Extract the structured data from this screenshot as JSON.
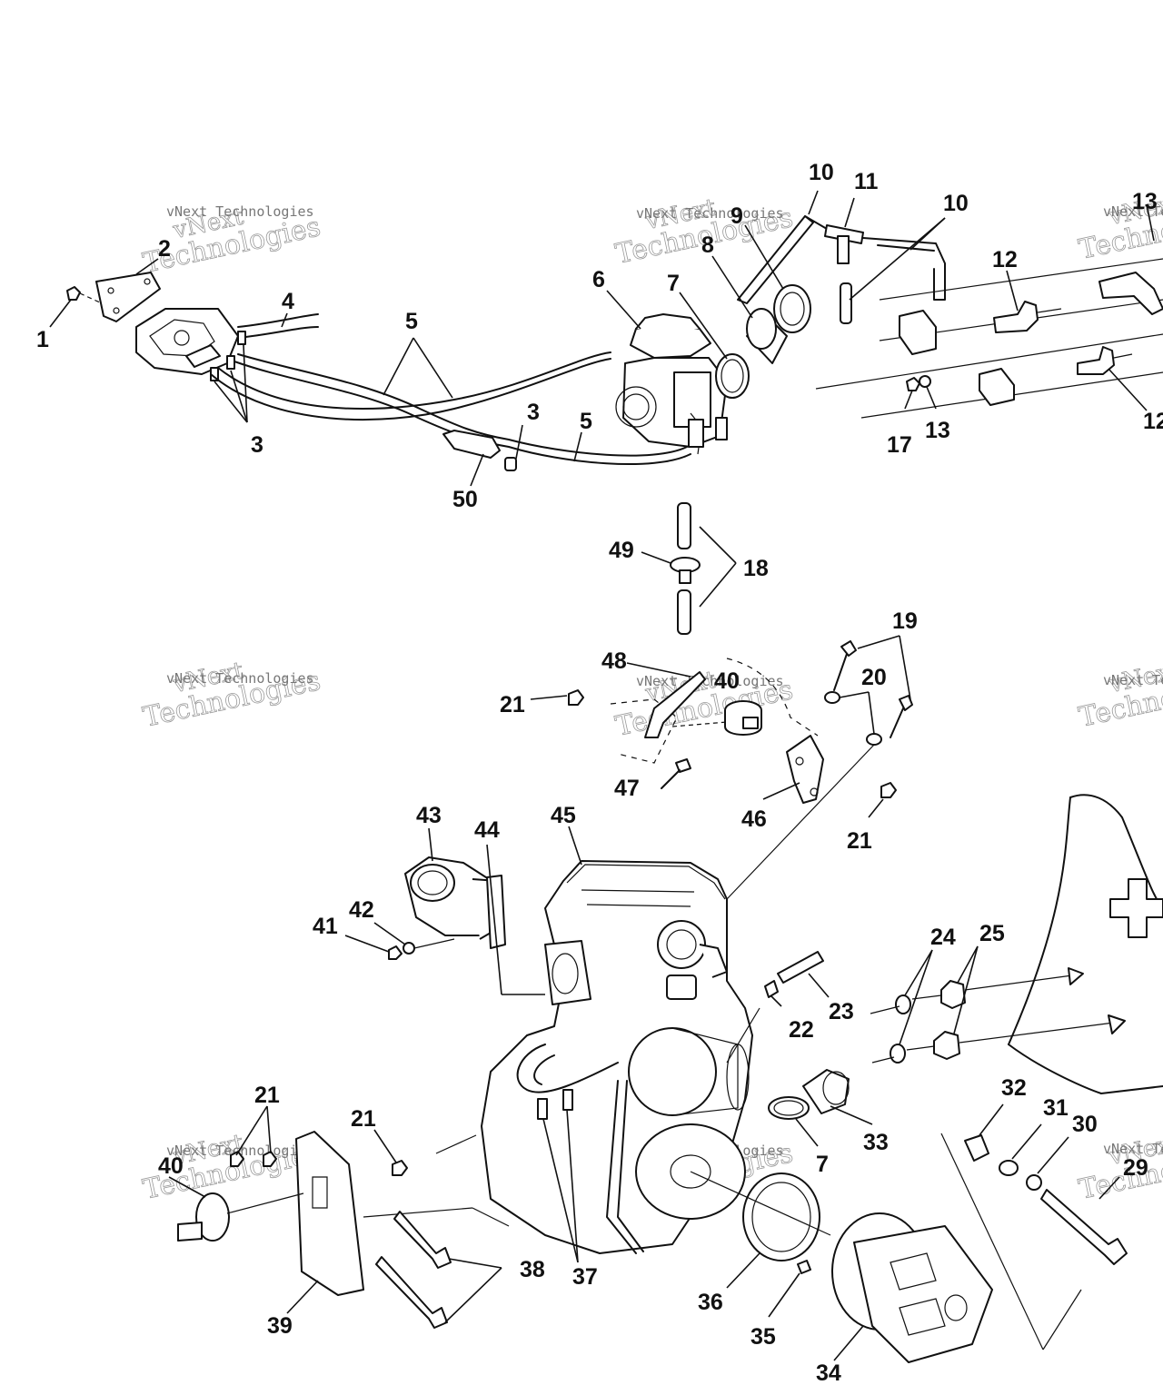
{
  "watermark": {
    "line1": "vNext",
    "line2": "Technologies",
    "small": "vNext Technologies"
  },
  "callouts": {
    "c1": "1",
    "c2": "2",
    "c3a": "3",
    "c3b": "3",
    "c4": "4",
    "c5a": "5",
    "c5b": "5",
    "c6": "6",
    "c7a": "7",
    "c7b": "7",
    "c8": "8",
    "c9": "9",
    "c10a": "10",
    "c10b": "10",
    "c11": "11",
    "c12a": "12",
    "c12b": "12",
    "c13a": "13",
    "c13b": "13",
    "c17": "17",
    "c18": "18",
    "c19": "19",
    "c20": "20",
    "c21a": "21",
    "c21b": "21",
    "c21c": "21",
    "c21d": "21",
    "c22": "22",
    "c23": "23",
    "c24": "24",
    "c25": "25",
    "c29": "29",
    "c30": "30",
    "c31": "31",
    "c32": "32",
    "c33": "33",
    "c34": "34",
    "c35": "35",
    "c36": "36",
    "c37": "37",
    "c38": "38",
    "c39": "39",
    "c40a": "40",
    "c40b": "40",
    "c41": "41",
    "c42": "42",
    "c43": "43",
    "c44": "44",
    "c45": "45",
    "c46": "46",
    "c47": "47",
    "c48": "48",
    "c49": "49",
    "c50": "50"
  }
}
